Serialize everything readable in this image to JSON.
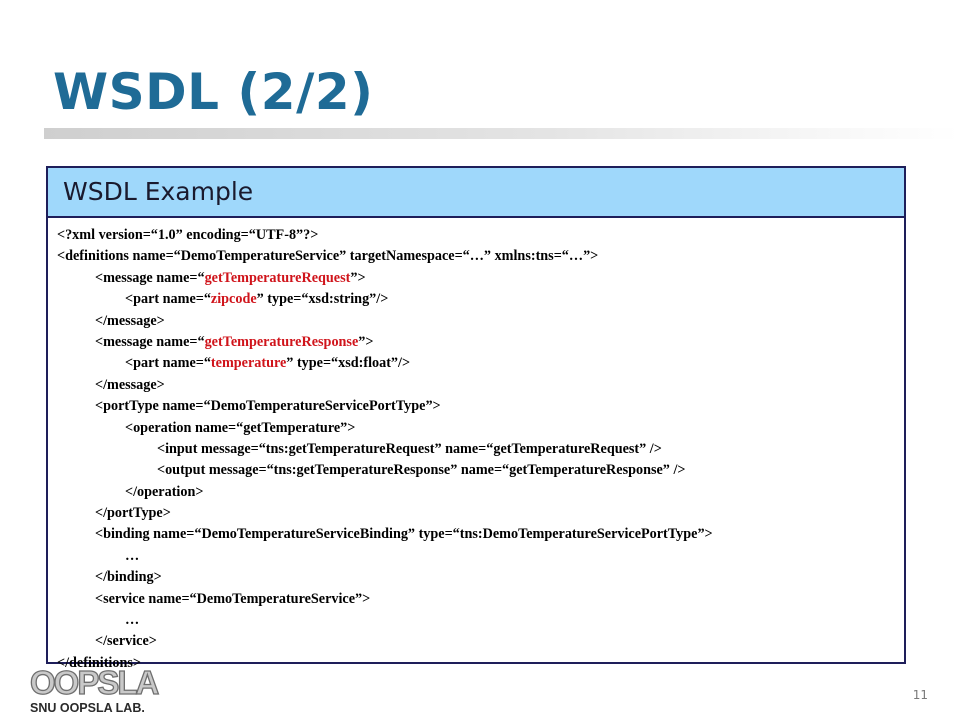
{
  "slide": {
    "title": "WSDL (2/2)",
    "page_number": "11"
  },
  "box": {
    "header": "WSDL Example",
    "lines": [
      {
        "indent": 0,
        "segments": [
          {
            "text": "<?xml  version=“1.0”  encoding=“UTF-8”?>",
            "hl": false
          }
        ]
      },
      {
        "indent": 0,
        "segments": [
          {
            "text": "<definitions  name=“DemoTemperatureService”  targetNamespace=“…”  xmlns:tns=“…”>",
            "hl": false
          }
        ]
      },
      {
        "indent": 1,
        "segments": [
          {
            "text": "<message  name=“",
            "hl": false
          },
          {
            "text": "getTemperatureRequest",
            "hl": true
          },
          {
            "text": "”>",
            "hl": false
          }
        ]
      },
      {
        "indent": 2,
        "segments": [
          {
            "text": "<part  name=“",
            "hl": false
          },
          {
            "text": "zipcode",
            "hl": true
          },
          {
            "text": "”  type=“xsd:string”/>",
            "hl": false
          }
        ]
      },
      {
        "indent": 1,
        "segments": [
          {
            "text": "</message>",
            "hl": false
          }
        ]
      },
      {
        "indent": 1,
        "segments": [
          {
            "text": "<message  name=“",
            "hl": false
          },
          {
            "text": "getTemperatureResponse",
            "hl": true
          },
          {
            "text": "”>",
            "hl": false
          }
        ]
      },
      {
        "indent": 2,
        "segments": [
          {
            "text": "<part  name=“",
            "hl": false
          },
          {
            "text": "temperature",
            "hl": true
          },
          {
            "text": "”  type=“xsd:float”/>",
            "hl": false
          }
        ]
      },
      {
        "indent": 1,
        "segments": [
          {
            "text": "</message>",
            "hl": false
          }
        ]
      },
      {
        "indent": 1,
        "segments": [
          {
            "text": "<portType  name=“DemoTemperatureServicePortType”>",
            "hl": false
          }
        ]
      },
      {
        "indent": 2,
        "segments": [
          {
            "text": "<operation  name=“getTemperature”>",
            "hl": false
          }
        ]
      },
      {
        "indent": 3,
        "segments": [
          {
            "text": "<input  message=“tns:getTemperatureRequest”   name=“getTemperatureRequest” />",
            "hl": false
          }
        ]
      },
      {
        "indent": 3,
        "segments": [
          {
            "text": "<output  message=“tns:getTemperatureResponse”   name=“getTemperatureResponse” />",
            "hl": false
          }
        ]
      },
      {
        "indent": 2,
        "segments": [
          {
            "text": "</operation>",
            "hl": false
          }
        ]
      },
      {
        "indent": 1,
        "segments": [
          {
            "text": "</portType>",
            "hl": false
          }
        ]
      },
      {
        "indent": 1,
        "segments": [
          {
            "text": "<binding  name=“DemoTemperatureServiceBinding”   type=“tns:DemoTemperatureServicePortType”>",
            "hl": false
          }
        ]
      },
      {
        "indent": 2,
        "segments": [
          {
            "text": "…",
            "hl": false
          }
        ]
      },
      {
        "indent": 1,
        "segments": [
          {
            "text": "</binding>",
            "hl": false
          }
        ]
      },
      {
        "indent": 1,
        "segments": [
          {
            "text": "<service  name=“DemoTemperatureService”>",
            "hl": false
          }
        ]
      },
      {
        "indent": 2,
        "segments": [
          {
            "text": "…",
            "hl": false
          }
        ]
      },
      {
        "indent": 1,
        "segments": [
          {
            "text": "</service>",
            "hl": false
          }
        ]
      },
      {
        "indent": 0,
        "segments": [
          {
            "text": "</definitions>",
            "hl": false
          }
        ]
      }
    ]
  },
  "logo": {
    "mark_text": "OOPSLA",
    "caption": "SNU OOPSLA LAB."
  },
  "colors": {
    "title": "#1f6b96",
    "header_bg": "#9fd8fb",
    "border": "#1e1e5a",
    "highlight": "#d0141b"
  }
}
